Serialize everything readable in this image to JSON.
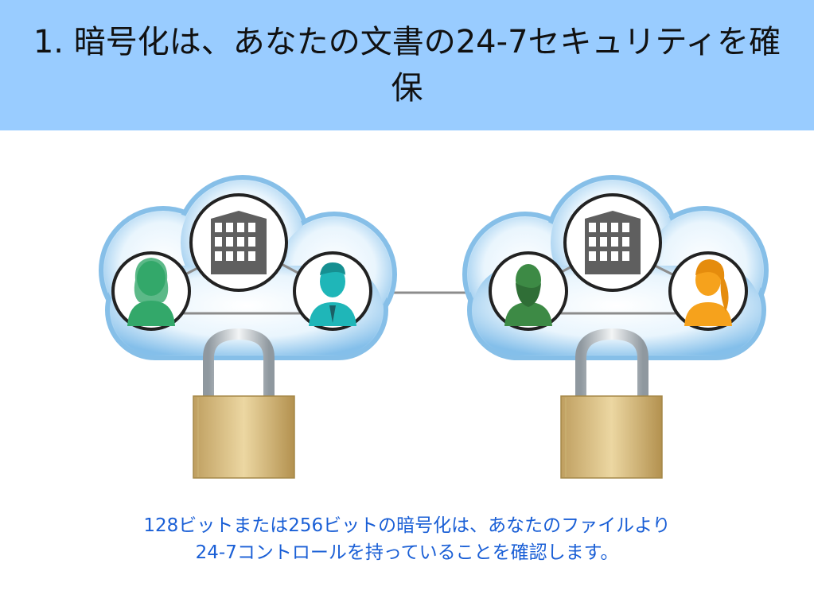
{
  "slide": {
    "title": "1. 暗号化は、あなたの文書の24-7セキュリティを確保",
    "caption_line1": "128ビットまたは256ビットの暗号化は、あなたのファイルより",
    "caption_line2": "24-7コントロールを持っていることを確認します。"
  },
  "colors": {
    "header_bg": "#99ccff",
    "caption_text": "#1a5fd6",
    "cloud_blue": "#8fc5ec",
    "lock_gold": "#d2b57a",
    "avatar_green": "#33a86a",
    "avatar_teal": "#1fb6b8",
    "avatar_dark_green": "#3d8a45",
    "avatar_orange": "#f6a21c"
  },
  "icons": [
    "office-building-icon",
    "woman-avatar-icon",
    "man-avatar-icon",
    "bearded-man-avatar-icon",
    "ponytail-woman-avatar-icon",
    "padlock-icon",
    "cloud-icon"
  ]
}
